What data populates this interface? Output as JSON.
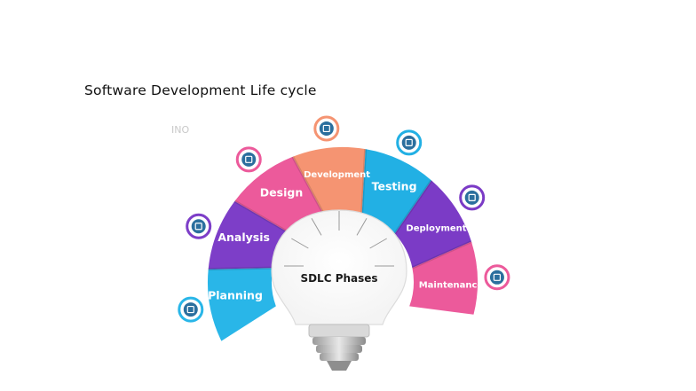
{
  "title": "Software Development Life cycle",
  "diagram": {
    "center_label": "SDLC Phases",
    "watermark": "INO",
    "phases": [
      {
        "label": "Planning",
        "color": "#29b6e8",
        "icon": "planning-icon"
      },
      {
        "label": "Analysis",
        "color": "#7d3ec8",
        "icon": "analysis-icon"
      },
      {
        "label": "Design",
        "color": "#ec5a9b",
        "icon": "design-icon"
      },
      {
        "label": "Development",
        "color": "#f59472",
        "icon": "development-icon"
      },
      {
        "label": "Testing",
        "color": "#22b0e4",
        "icon": "testing-icon"
      },
      {
        "label": "Deployment",
        "color": "#7b3bc6",
        "icon": "deployment-icon"
      },
      {
        "label": "Maintenance",
        "color": "#ec5a9b",
        "icon": "maintenance-icon"
      }
    ]
  }
}
